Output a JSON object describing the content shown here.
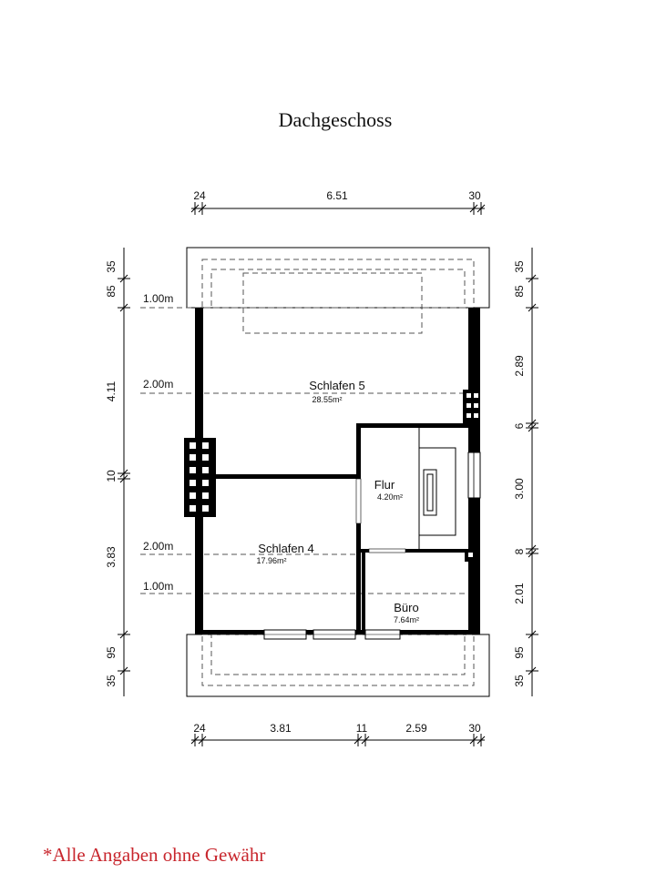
{
  "title": "Dachgeschoss",
  "disclaimer": "*Alle Angaben ohne Gewähr",
  "dimensions": {
    "top": [
      "24",
      "6.51",
      "30"
    ],
    "bottom": [
      "24",
      "3.81",
      "11",
      "2.59",
      "30"
    ],
    "left": [
      "35",
      "85",
      "4.11",
      "10",
      "3.83",
      "95",
      "35"
    ],
    "right": [
      "35",
      "85",
      "2.89",
      "6",
      "3.00",
      "8",
      "2.01",
      "95",
      "35"
    ]
  },
  "levels": {
    "top_1": "1.00m",
    "top_2": "2.00m",
    "bottom_2": "2.00m",
    "bottom_1": "1.00m"
  },
  "rooms": [
    {
      "name": "Schlafen 5",
      "area": "28.55m²"
    },
    {
      "name": "Flur",
      "area": "4.20m²"
    },
    {
      "name": "Schlafen 4",
      "area": "17.96m²"
    },
    {
      "name": "Büro",
      "area": "7.64m²"
    }
  ]
}
